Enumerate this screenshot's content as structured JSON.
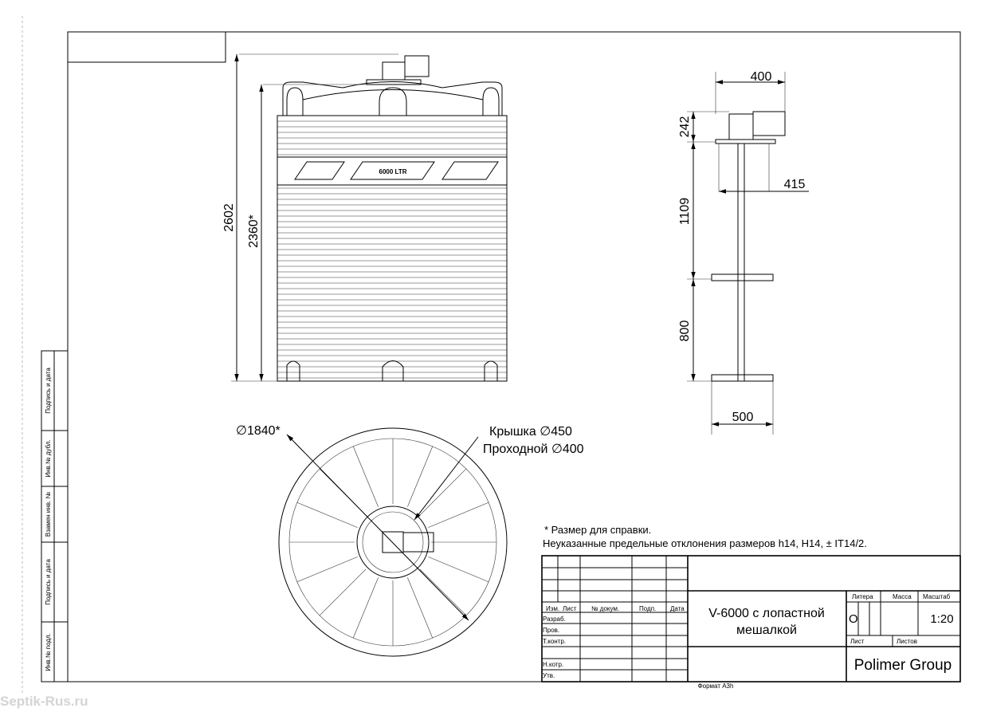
{
  "front_view": {
    "tank_label": "6000 LTR",
    "dim_total_height": "2602",
    "dim_body_height": "2360*"
  },
  "side_view": {
    "dim_motor_width": "400",
    "dim_motor_height": "242",
    "dim_shaft_offset": "415",
    "dim_upper_shaft": "1109",
    "dim_lower_shaft": "800",
    "dim_blade_width": "500"
  },
  "top_view": {
    "dim_diameter": "∅1840*",
    "lid_label": "Крышка ∅450",
    "passage_label": "Проходной ∅400"
  },
  "notes": {
    "ref_note": "* Размер для справки.",
    "tolerance_note": "Неуказанные предельные отклонения размеров h14, H14, ± IT14/2."
  },
  "title_block": {
    "col_izm": "Изм.",
    "col_list": "Лист",
    "col_doc": "№ докум.",
    "col_sign": "Подп.",
    "col_date": "Дата",
    "row_razrab": "Разраб.",
    "row_prov": "Пров.",
    "row_tkontr": "Т.контр.",
    "row_nkontr": "Н.котр.",
    "row_utv": "Утв.",
    "title_line1": "V-6000 с лопастной",
    "title_line2": "мешалкой",
    "litera_label": "Литера",
    "litera_value": "О",
    "mass_label": "Масса",
    "scale_label": "Масштаб",
    "scale_value": "1:20",
    "sheet_label": "Лист",
    "sheets_label": "Листов",
    "company": "Polimer Group",
    "format": "Формат A3h"
  },
  "side_stamp": [
    "Подпись и дата",
    "Инв.№ дубл.",
    "Взамен инв. №",
    "Подпись и дата",
    "Инв.№ подл."
  ],
  "watermark": "Septik-Rus.ru"
}
